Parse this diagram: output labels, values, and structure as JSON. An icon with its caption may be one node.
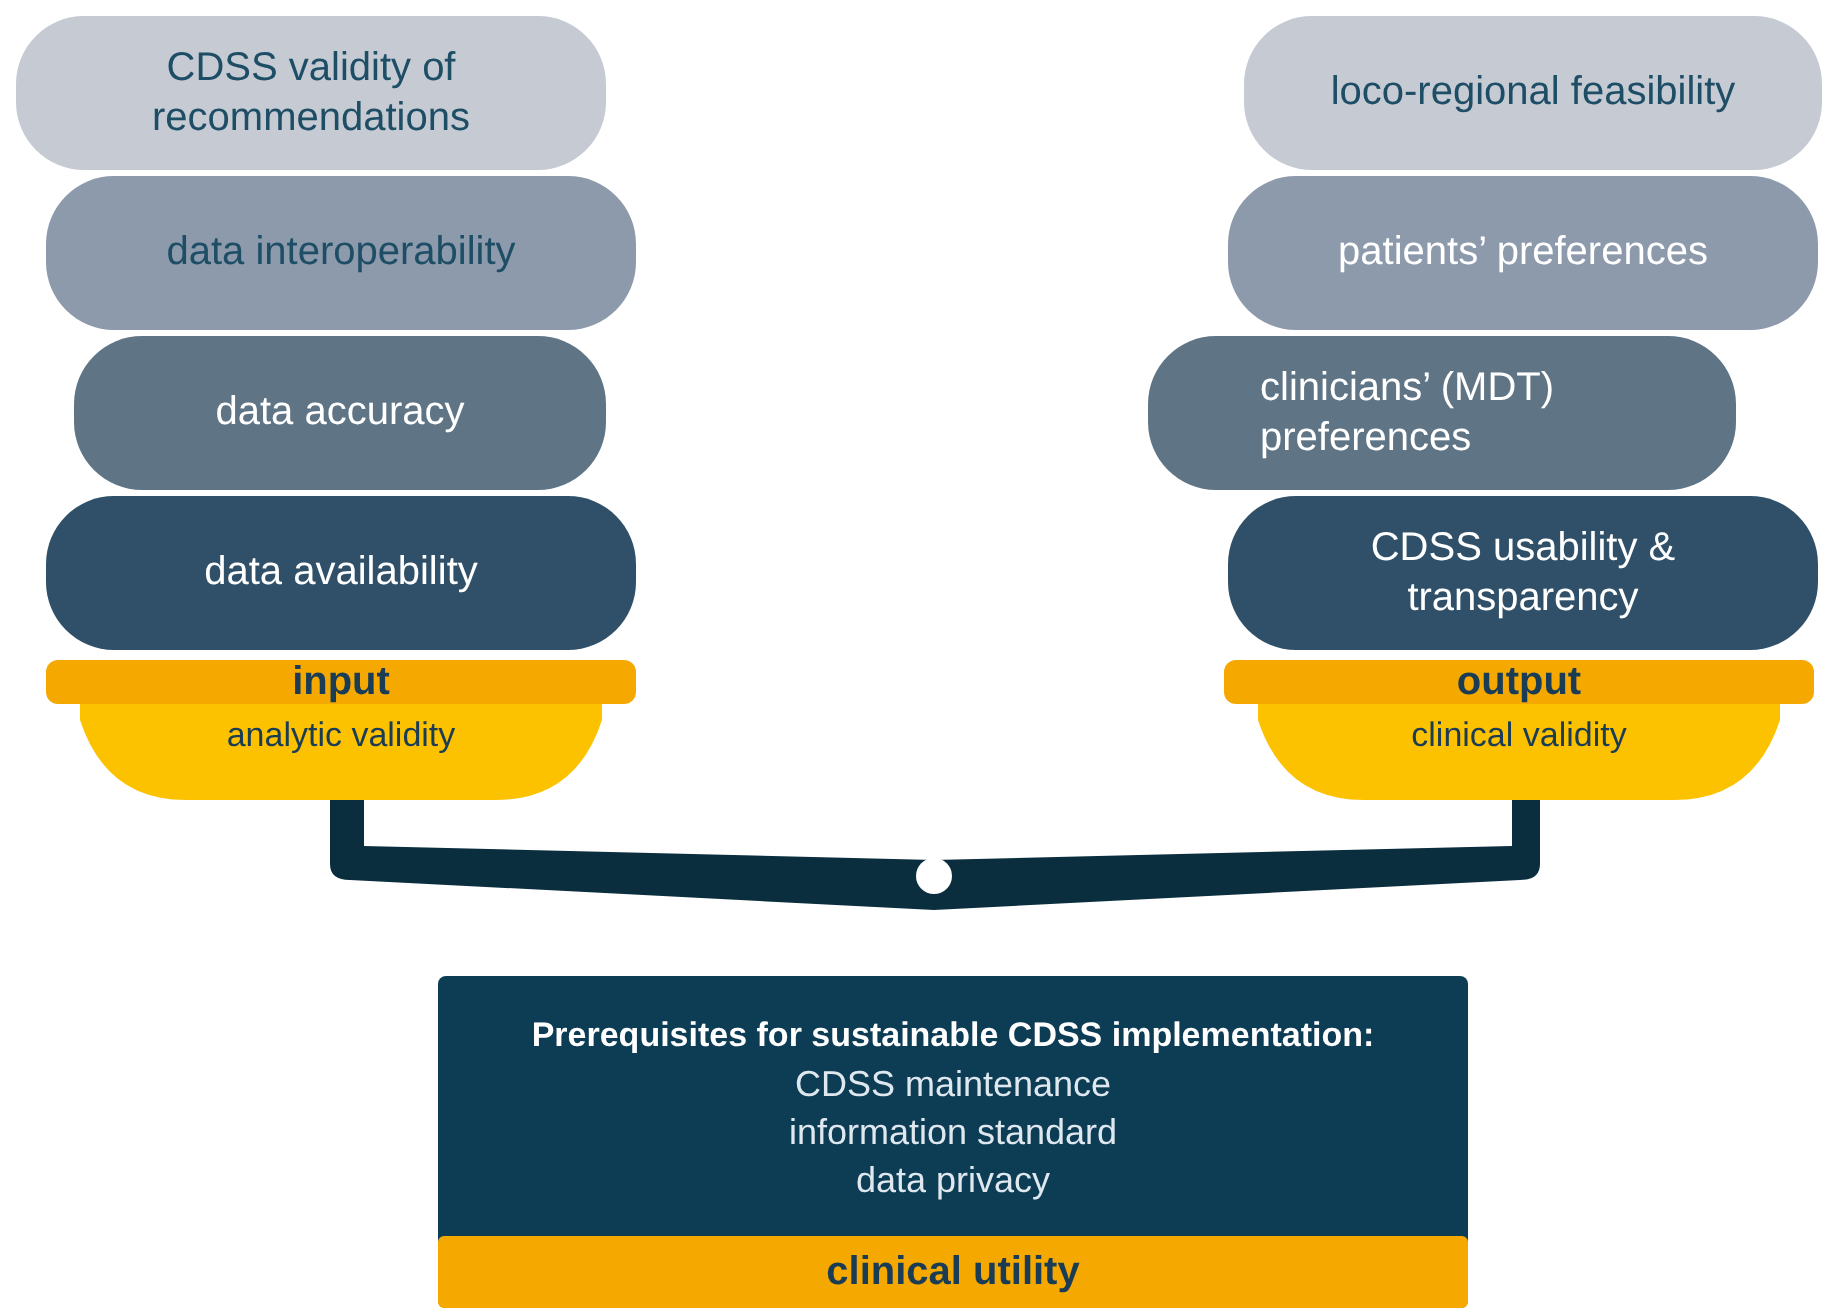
{
  "diagram": {
    "nodes": [
      {
        "text": [
          "CDSS validity of recommendations"
        ]
      },
      {
        "text": [
          "data interoperability"
        ]
      },
      {
        "text": [
          "data accuracy"
        ]
      },
      {
        "text": [
          "data availability"
        ]
      },
      {
        "text": [
          "input",
          "analytic validity"
        ]
      },
      {
        "text": [
          "loco-regional feasibility"
        ]
      },
      {
        "text": [
          "patients’ preferences"
        ]
      },
      {
        "text": [
          "clinicians’ (MDT) preferences"
        ]
      },
      {
        "text": [
          "CDSS usability & transparency"
        ]
      },
      {
        "text": [
          "output",
          "clinical validity"
        ]
      },
      {
        "text": [
          "Prerequisites for sustainable CDSS implementation:",
          "CDSS maintenance",
          "information standard",
          "data privacy"
        ]
      },
      {
        "text": [
          "clinical utility"
        ],
        "in": 10
      }
    ]
  }
}
